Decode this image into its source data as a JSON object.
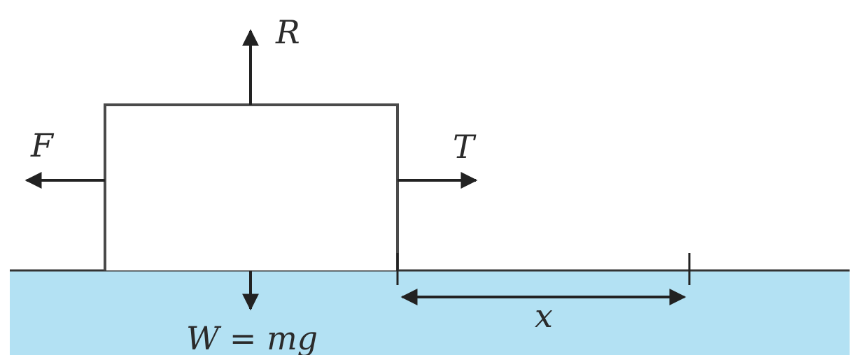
{
  "colors": {
    "ground_fill": "#b3e1f3",
    "line": "#4a4a4a",
    "arrow": "#222222",
    "background": "#ffffff"
  },
  "labels": {
    "normal_reaction": "R",
    "friction": "F",
    "tension": "T",
    "weight": "W = mg",
    "displacement": "x"
  }
}
